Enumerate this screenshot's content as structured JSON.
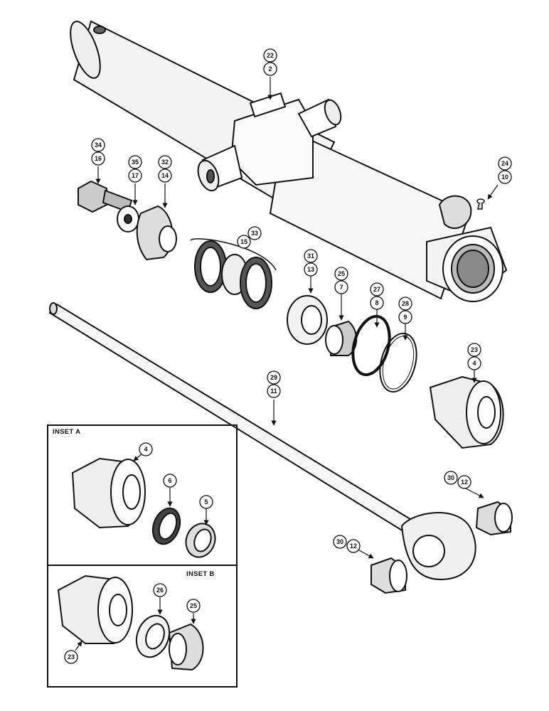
{
  "insets": {
    "a": {
      "title": "INSET A"
    },
    "b": {
      "title": "INSET B"
    }
  },
  "callouts": {
    "c22_2": [
      "22",
      "2"
    ],
    "c34_16": [
      "34",
      "16"
    ],
    "c35_17": [
      "35",
      "17"
    ],
    "c32_14": [
      "32",
      "14"
    ],
    "c24_10": [
      "24",
      "10"
    ],
    "c33_15": [
      "33",
      "15"
    ],
    "c31_13": [
      "31",
      "13"
    ],
    "c25_7": [
      "25",
      "7"
    ],
    "c27_8": [
      "27",
      "8"
    ],
    "c28_9": [
      "28",
      "9"
    ],
    "c23_4": [
      "23",
      "4"
    ],
    "c29_11": [
      "29",
      "11"
    ],
    "c30_12a": [
      "30",
      "12"
    ],
    "c30_12b": [
      "30",
      "12"
    ],
    "a4": "4",
    "a6": "6",
    "a5": "5",
    "b26": "26",
    "b25": "25",
    "b23": "23"
  }
}
